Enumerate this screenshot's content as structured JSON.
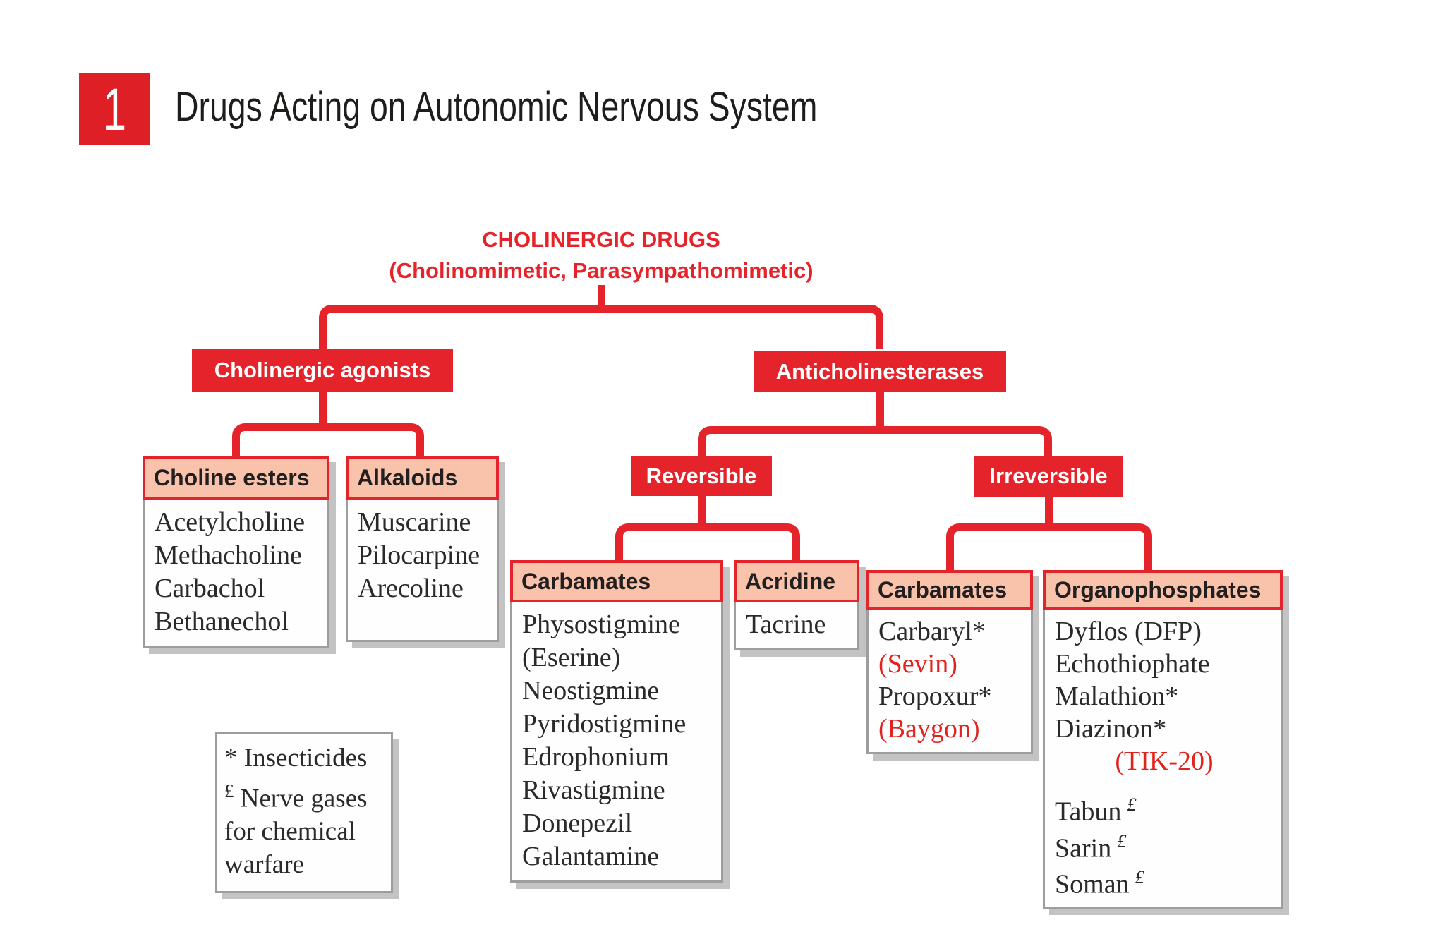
{
  "header": {
    "number": "1",
    "title": "Drugs Acting on Autonomic Nervous System"
  },
  "root": {
    "title": "CHOLINERGIC DRUGS",
    "subtitle": "(Cholinomimetic, Parasympathomimetic)"
  },
  "level1": {
    "agonists": "Cholinergic agonists",
    "anticholinesterases": "Anticholinesterases"
  },
  "level2": {
    "reversible": "Reversible",
    "irreversible": "Irreversible"
  },
  "groups": {
    "choline_esters": {
      "header": "Choline esters",
      "items": [
        "Acetylcholine",
        "Methacholine",
        "Carbachol",
        "Bethanechol"
      ]
    },
    "alkaloids": {
      "header": "Alkaloids",
      "items": [
        "Muscarine",
        "Pilocarpine",
        "Arecoline"
      ]
    },
    "carbamates_reversible": {
      "header": "Carbamates",
      "items": [
        "Physostigmine",
        "(Eserine)",
        "Neostigmine",
        "Pyridostigmine",
        "Edrophonium",
        "Rivastigmine",
        "Donepezil",
        "Galantamine"
      ]
    },
    "acridine": {
      "header": "Acridine",
      "items": [
        "Tacrine"
      ]
    },
    "carbamates_irreversible": {
      "header": "Carbamates",
      "items": [
        {
          "text": "Carbaryl*",
          "red": false
        },
        {
          "text": "(Sevin)",
          "red": true
        },
        {
          "text": "Propoxur*",
          "red": false
        },
        {
          "text": "(Baygon)",
          "red": true
        }
      ]
    },
    "organophosphates": {
      "header": "Organophosphates",
      "items": [
        "Dyflos (DFP)",
        "Echothiophate",
        "Malathion*",
        "Diazinon*"
      ],
      "tik": "(TIK-20)",
      "nerve_gases": [
        {
          "name": "Tabun",
          "sup": "£"
        },
        {
          "name": "Sarin",
          "sup": "£"
        },
        {
          "name": "Soman",
          "sup": "£"
        }
      ]
    }
  },
  "note": {
    "lines": [
      {
        "prefix": "* ",
        "text": "Insecticides"
      },
      {
        "prefix": "£",
        "text": " Nerve gases"
      },
      {
        "prefix": "",
        "text": "for chemical"
      },
      {
        "prefix": "",
        "text": "warfare"
      }
    ]
  },
  "colors": {
    "red": "#e5232b",
    "pink": "#f9c2ab",
    "text": "#231f20",
    "border_gray": "#9d9d9d",
    "shadow": "#c3c3c3"
  }
}
